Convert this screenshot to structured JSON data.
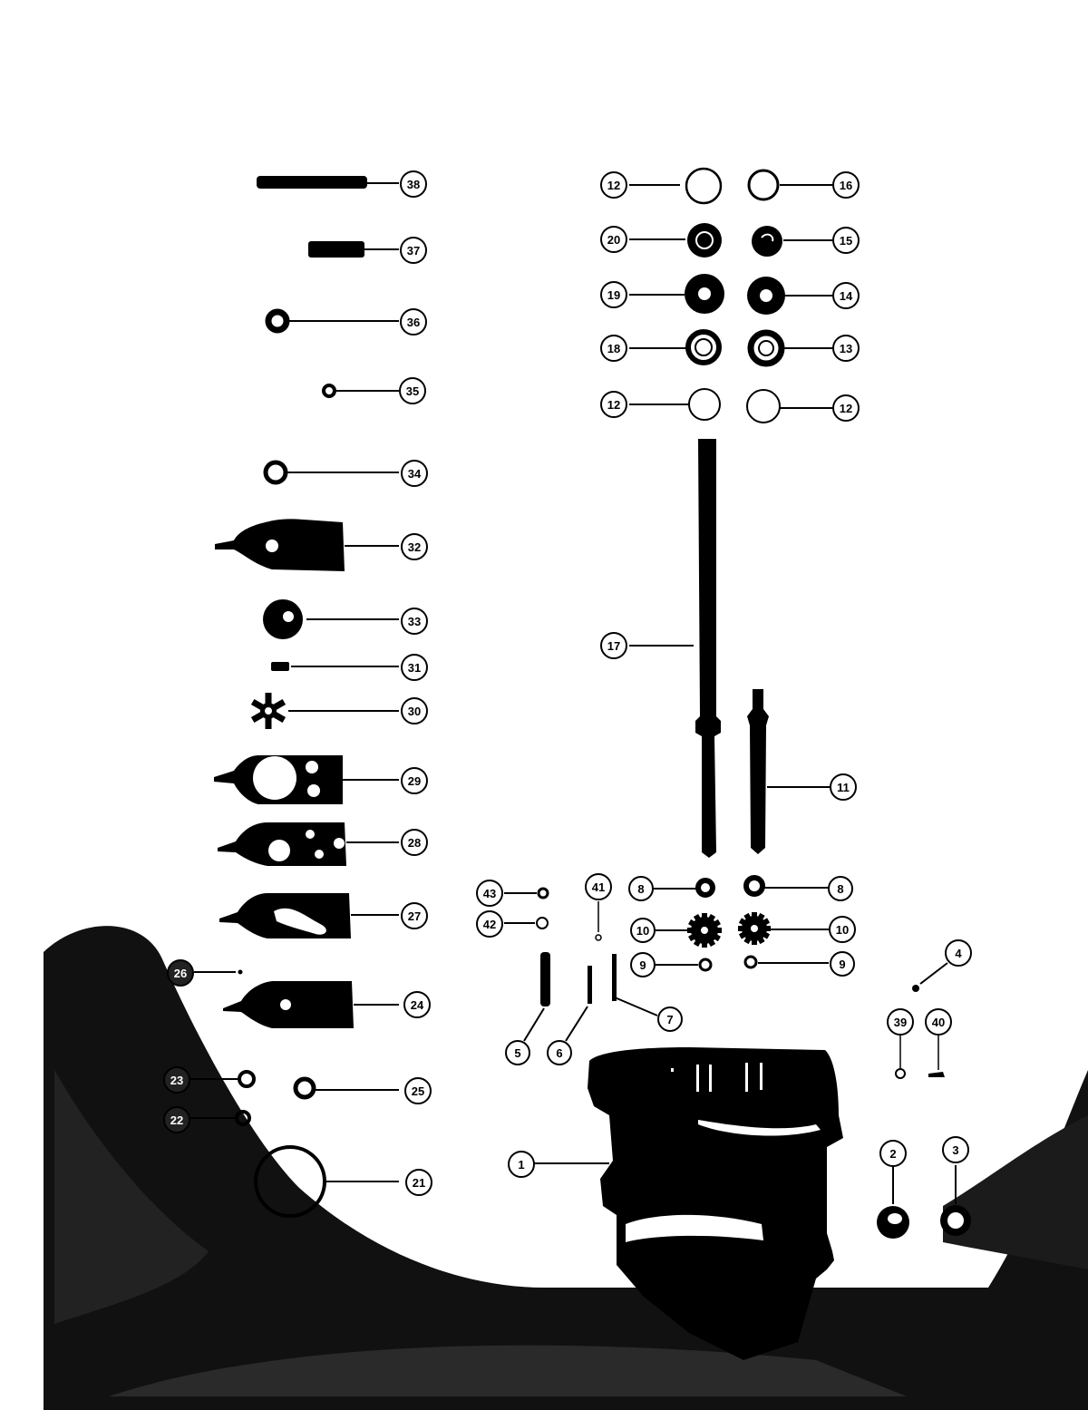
{
  "diagram": {
    "ink_color": "#000000",
    "paper_color": "#ffffff",
    "callouts": [
      "38",
      "37",
      "36",
      "35",
      "34",
      "32",
      "33",
      "31",
      "30",
      "29",
      "28",
      "27",
      "26",
      "24",
      "23",
      "22",
      "25",
      "21",
      "12",
      "16",
      "20",
      "15",
      "19",
      "14",
      "18",
      "13",
      "12",
      "12",
      "17",
      "11",
      "8",
      "8",
      "10",
      "10",
      "9",
      "9",
      "43",
      "42",
      "41",
      "5",
      "6",
      "7",
      "4",
      "39",
      "40",
      "1",
      "2",
      "3"
    ]
  }
}
